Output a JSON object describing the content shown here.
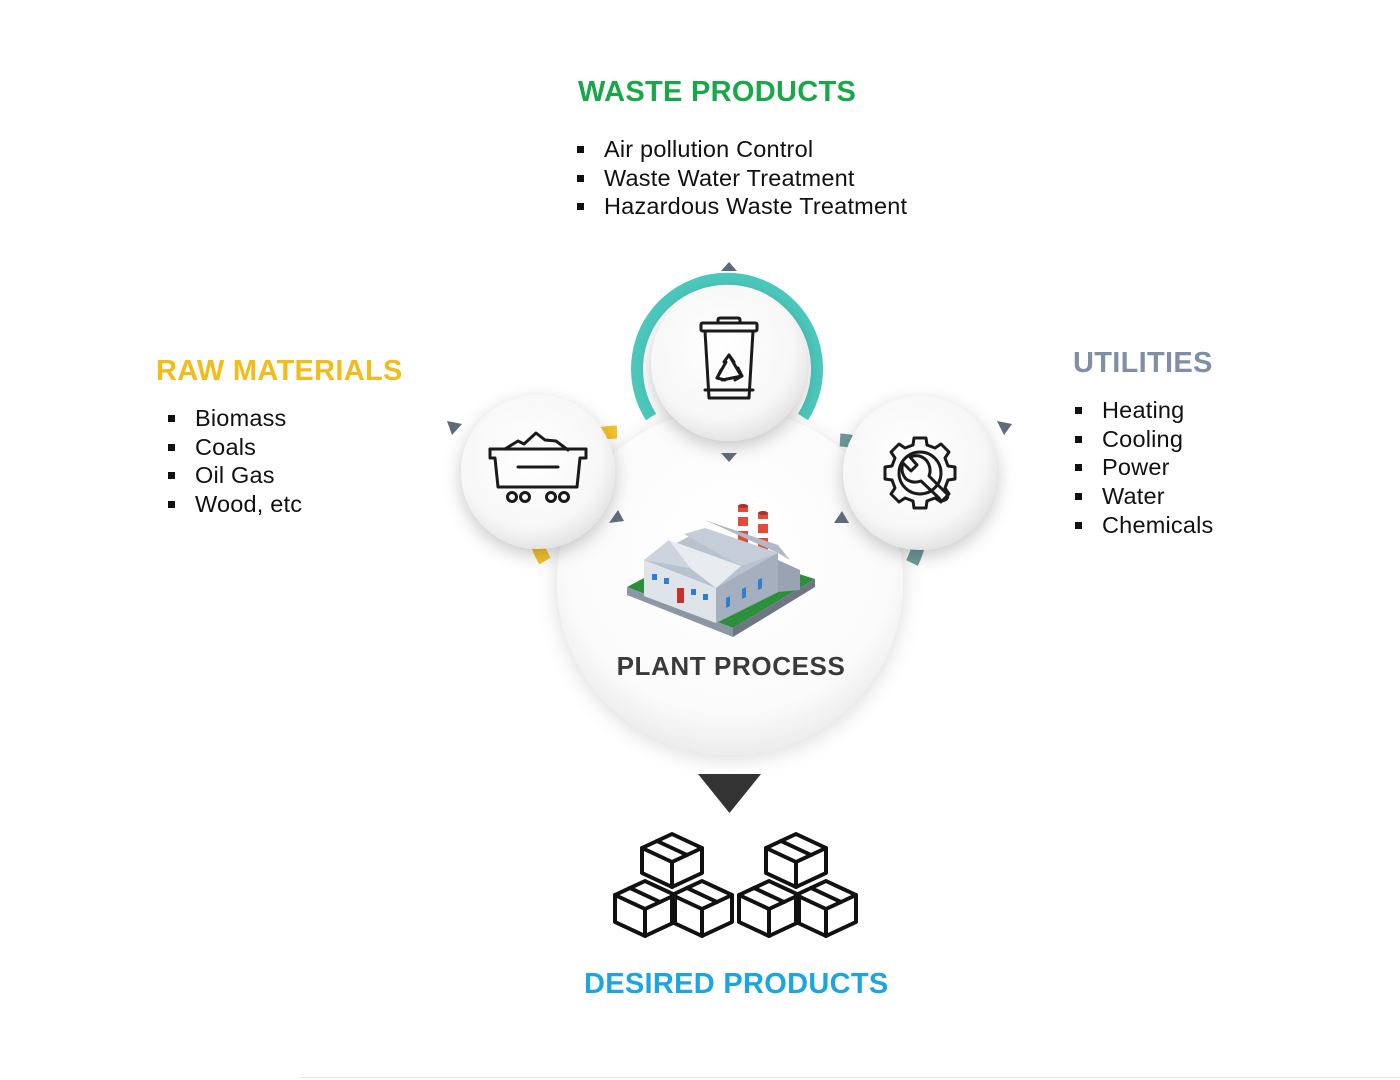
{
  "waste_products": {
    "title": "WASTE PRODUCTS",
    "items": [
      "Air pollution Control",
      "Waste Water Treatment",
      "Hazardous Waste Treatment"
    ]
  },
  "raw_materials": {
    "title": "RAW MATERIALS",
    "items": [
      "Biomass",
      "Coals",
      "Oil Gas",
      "Wood, etc"
    ]
  },
  "utilities": {
    "title": "UTILITIES",
    "items": [
      "Heating",
      "Cooling",
      "Power",
      "Water",
      "Chemicals"
    ]
  },
  "plant_process": {
    "title": "PLANT PROCESS"
  },
  "desired_products": {
    "title": "DESIRED PRODUCTS"
  },
  "colors": {
    "waste": "#18a84a",
    "raw": "#f2bc1a",
    "utilities": "#7f8fa6",
    "desired": "#1ba6e0",
    "teal_ring": "#4cc8bd",
    "yellow_ring": "#f2c22c",
    "gray_ring": "#6e9a9a"
  },
  "icons": {
    "waste": "recycle-bin-icon",
    "raw": "mine-cart-icon",
    "utilities": "gear-wrench-icon",
    "plant": "factory-icon",
    "desired": "boxes-icon"
  }
}
